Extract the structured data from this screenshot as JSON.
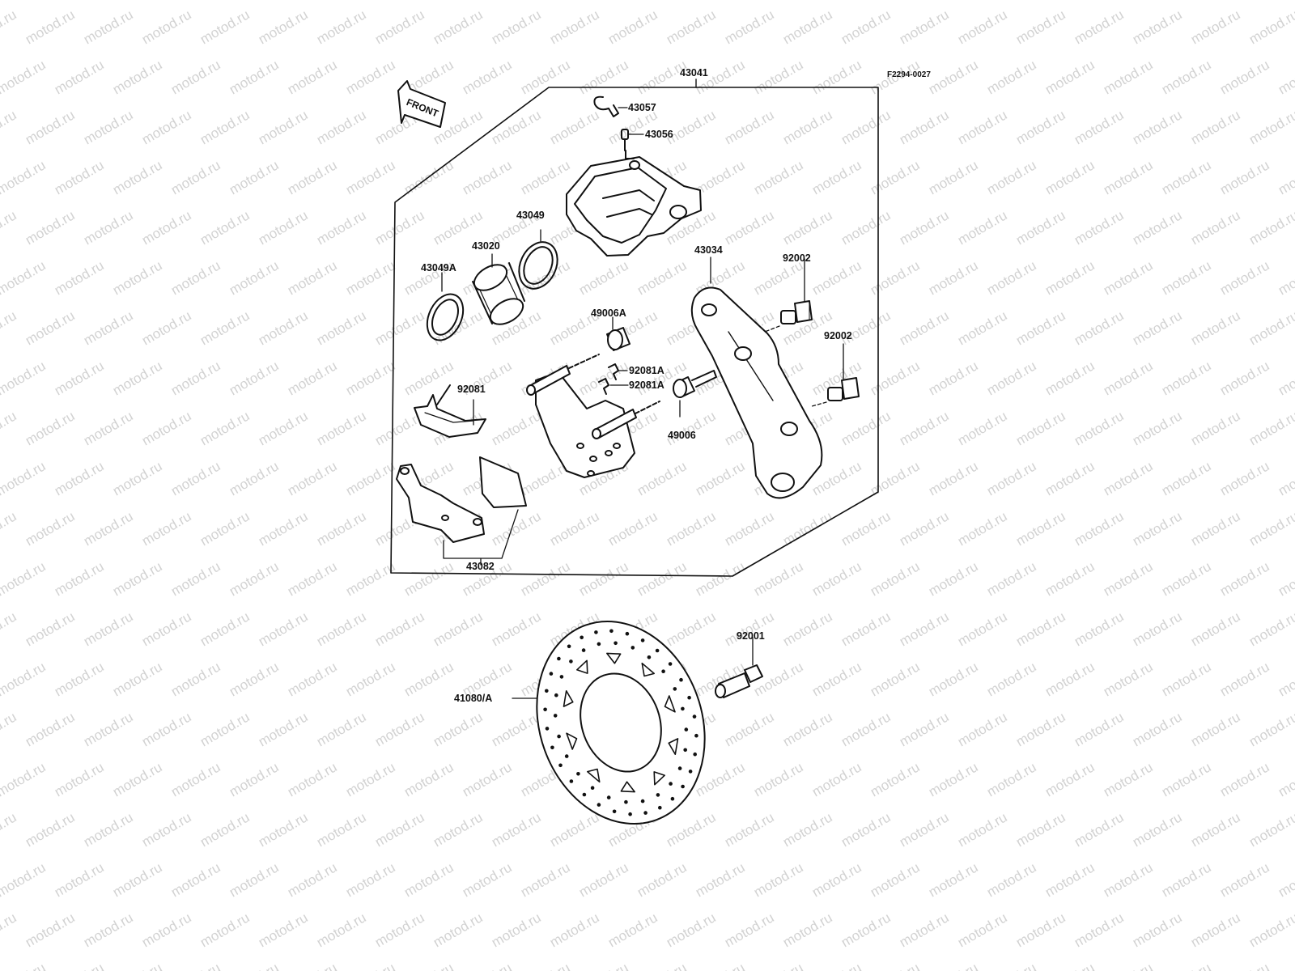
{
  "drawing_code": "F2294-0027",
  "front_arrow": {
    "label": "FRONT",
    "icon": "front-direction-arrow-icon"
  },
  "watermark": {
    "text": "motod.ru",
    "color": "#d2d2d2"
  },
  "line_color": "#111111",
  "parts": {
    "caliper_assembly": "43041",
    "bleeder_cap": "43057",
    "bleeder_valve": "43056",
    "piston_seal": "43049",
    "piston": "43020",
    "dust_seal": "43049A",
    "caliper_bracket": "43034",
    "bolt_upper": "92002",
    "bolt_lower": "92002",
    "boot_upper": "49006A",
    "spring_a_upper": "92081A",
    "spring_a_lower": "92081A",
    "boot_lower": "49006",
    "pad_spring": "92081",
    "pad_set": "43082",
    "disc_bolt": "92001",
    "disc": "41080/A"
  }
}
